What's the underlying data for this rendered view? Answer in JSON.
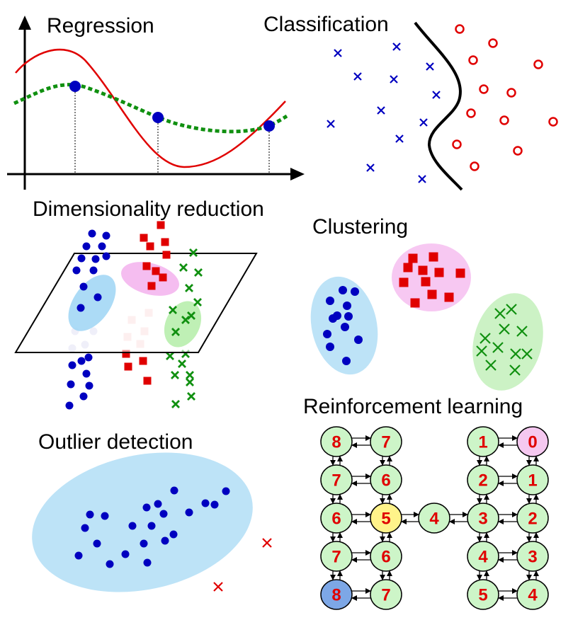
{
  "titles": {
    "regression": "Regression",
    "classification": "Classification",
    "dimensionality": "Dimensionality reduction",
    "clustering": "Clustering",
    "reinforcement": "Reinforcement  learning",
    "outlier": "Outlier detection"
  },
  "colors": {
    "blue": "#0000c0",
    "red": "#e00000",
    "green": "#109010",
    "node_fill": "#cdf5c8",
    "node_goal": "#f5c8f0",
    "node_mid": "#fff38a",
    "node_start": "#7da7e6",
    "ellipse_blue": "#bde3f7",
    "ellipse_pink": "#f7c8f2",
    "ellipse_green": "#ccf2c5"
  },
  "rl_grid": {
    "left_column_a": [
      "8",
      "7",
      "6",
      "7",
      "8"
    ],
    "left_column_b": [
      "7",
      "6",
      "5",
      "6",
      "7"
    ],
    "bridge": "4",
    "right_column_a": [
      "1",
      "2",
      "3",
      "4",
      "5"
    ],
    "right_column_b": [
      "0",
      "1",
      "2",
      "3",
      "4"
    ]
  }
}
